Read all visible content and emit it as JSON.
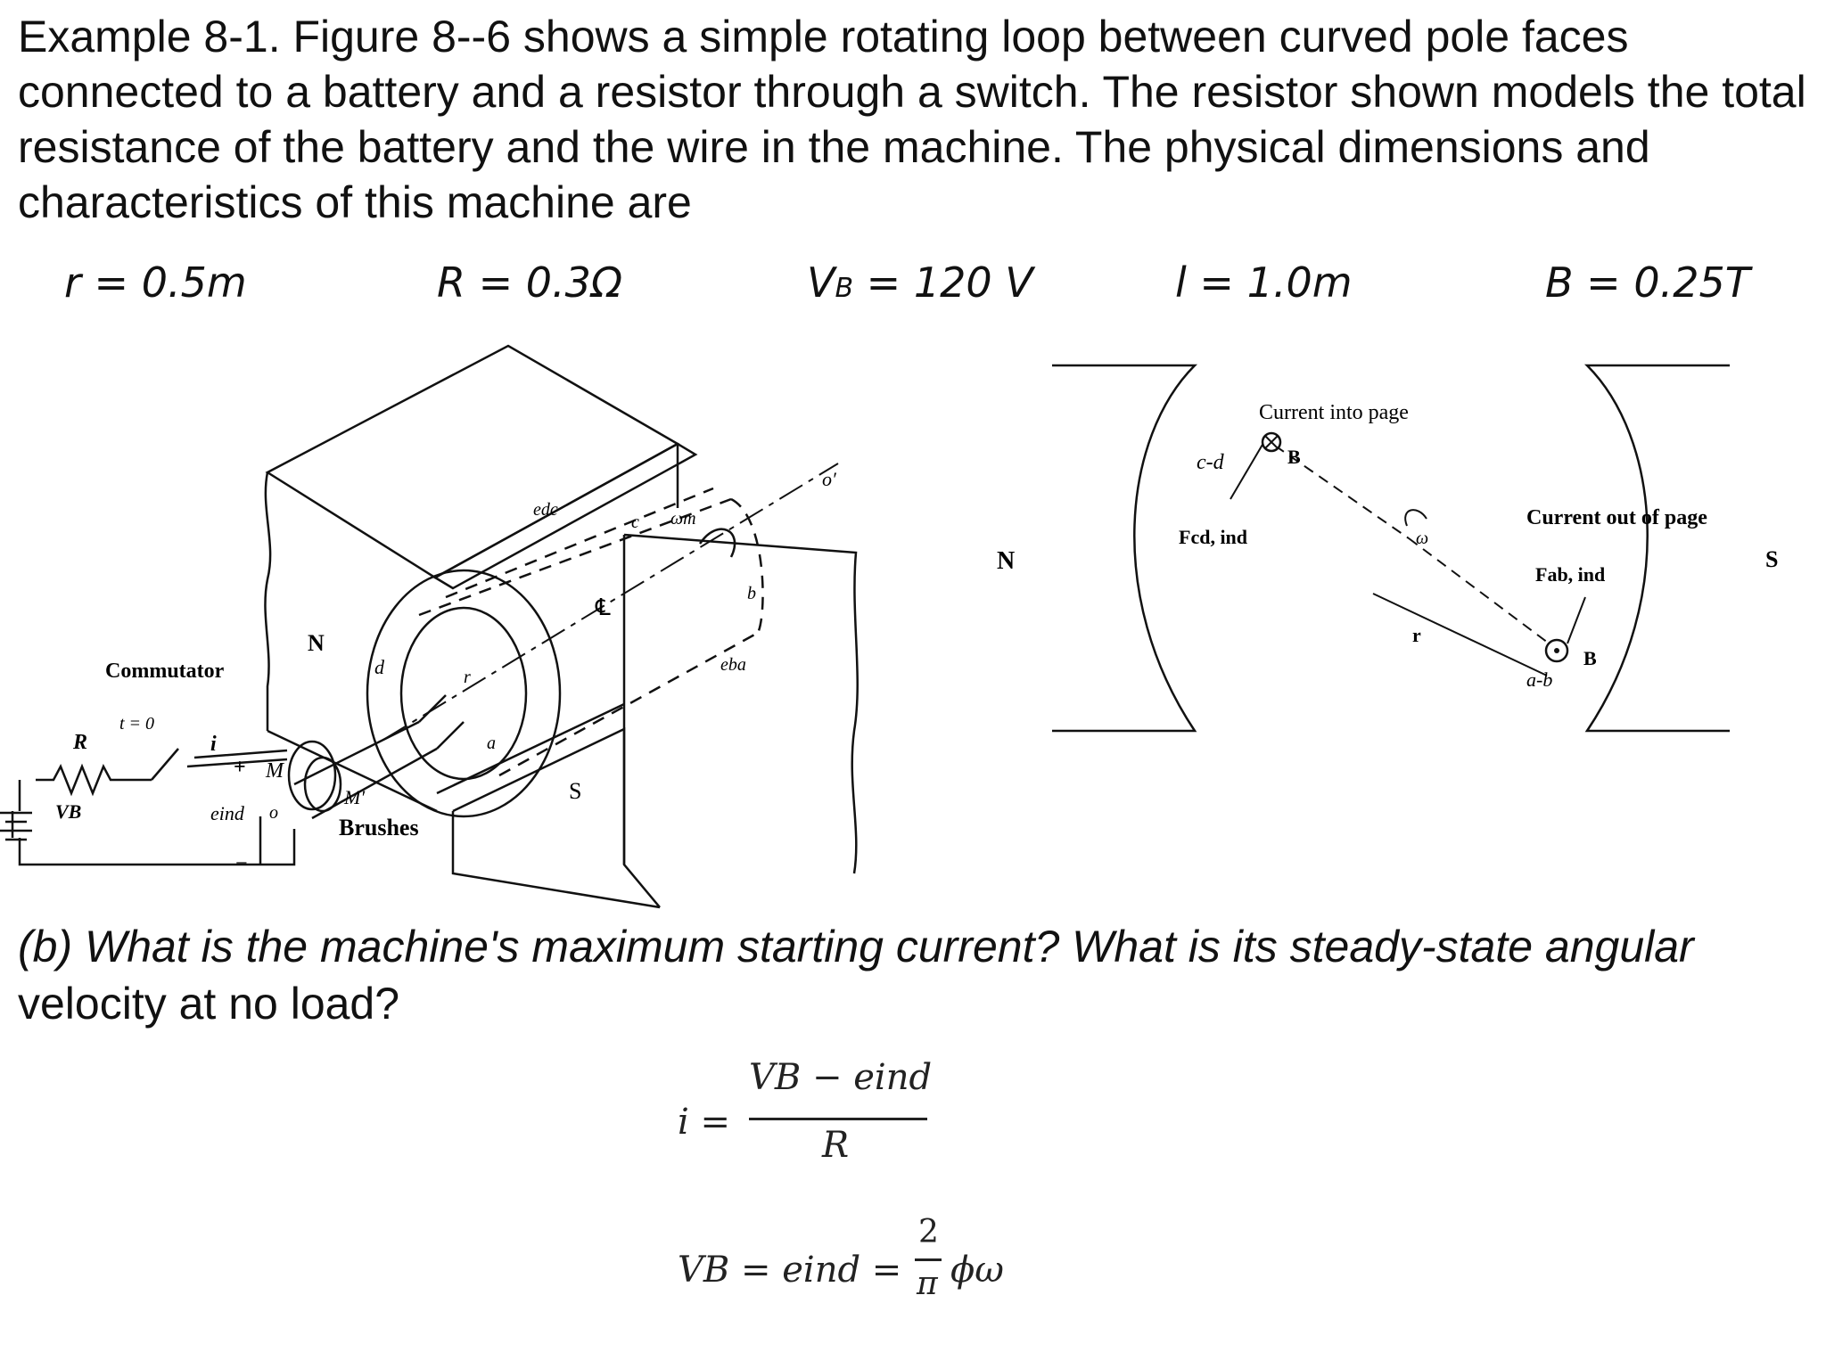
{
  "intro": {
    "text": "Example 8-1. Figure 8--6 shows a simple rotating loop between curved pole faces connected to a battery and a resistor through a switch. The resistor shown models the total resistance of the battery and the wire in the machine. The physical dimensions and characteristics of this machine are"
  },
  "params": [
    {
      "text": "r = 0.5m"
    },
    {
      "text": "R = 0.3Ω"
    },
    {
      "pre": "V",
      "sub": "B",
      "post": " = 120 V"
    },
    {
      "text": "l = 1.0m"
    },
    {
      "text": "B = 0.25T"
    }
  ],
  "figure_left": {
    "pole_top_label": "N",
    "pole_right_label": "N",
    "pole_bottom_label": "S",
    "commutator_label": "Commutator",
    "switch_label": "t = 0",
    "resistor_label": "R",
    "battery_label": "VB",
    "current_label": "i",
    "emf_label": "eind",
    "plus_sign": "+",
    "minus_sign": "−",
    "brushes_label": "Brushes",
    "m_label": "M",
    "m_prime_label": "M′",
    "o_label": "o",
    "o_prime_label": "o′",
    "edc_label": "edc",
    "eba_label": "eba",
    "omega_m_label": "ωm",
    "centerline_label": "℄",
    "a_label": "a",
    "b_label": "b",
    "c_label": "c",
    "d_label": "d",
    "r_label": "r"
  },
  "figure_right": {
    "current_into_label": "Current into page",
    "cd_label": "c-d",
    "b_top_label": "B",
    "fcd_label": "Fcd, ind",
    "omega_label": "ω",
    "current_out_label": "Current out of page",
    "fab_label": "Fab, ind",
    "r_label": "r",
    "b_bottom_label": "B",
    "ab_label": "a-b",
    "s_label": "S"
  },
  "question": {
    "text": "(b) What is the machine's maximum starting current? What is its steady-state angular",
    "tail": "velocity at no load?"
  },
  "equations": {
    "eq1_lhs": "i =",
    "eq1_num": "VB − eind",
    "eq1_den": "R",
    "eq2_lhs": "VB = eind =",
    "eq2_num": "2",
    "eq2_den": "π",
    "eq2_rhs": "ϕω"
  }
}
